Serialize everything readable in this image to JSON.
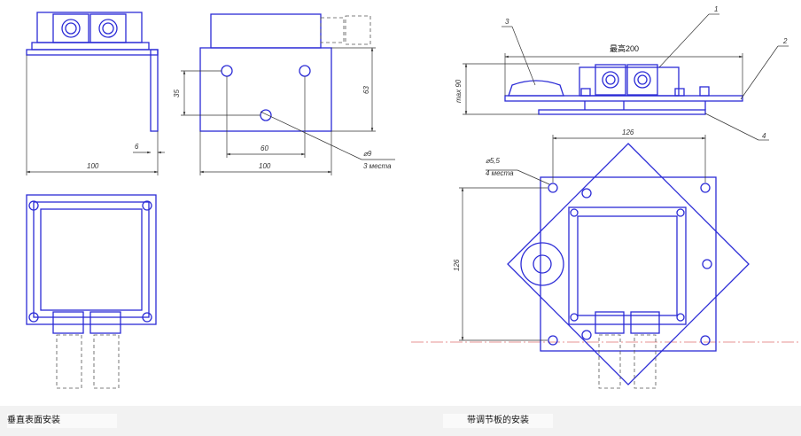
{
  "dimensions": {
    "side_width": "100",
    "flange": "6",
    "hole_height": "35",
    "height": "63",
    "hole_spacing": "60",
    "front_width": "100",
    "hole_dia": "⌀9",
    "hole_count": "3 места",
    "max_height": "max 90",
    "top_label": "最高200",
    "plate_hole_dia": "⌀5,5",
    "plate_hole_count": "4 места",
    "plate_width": "126",
    "plate_height": "126"
  },
  "callouts": [
    "1",
    "2",
    "3",
    "4"
  ],
  "captions": {
    "left": "垂直表面安装",
    "right": "带调节板的安装"
  },
  "colors": {
    "outline": "#2b2bd6",
    "hidden": "#555555",
    "dimension": "#333333",
    "centerline": "#e07070",
    "caption_bar": "#f2f2f2"
  }
}
